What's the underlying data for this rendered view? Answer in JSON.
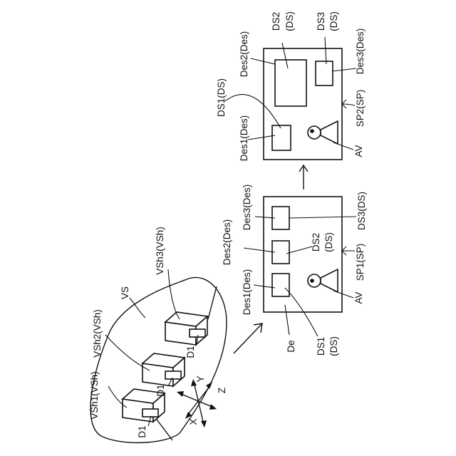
{
  "virtual_space": {
    "label": "VS",
    "shelves": [
      "VSh1(VSh)",
      "VSh2(VSh)",
      "VSh3(VSh)"
    ],
    "drawers": [
      "D1",
      "D1",
      "D1"
    ],
    "axes": {
      "x": "X",
      "y": "Y",
      "z": "Z"
    }
  },
  "screen1": {
    "label": "SP1(SP)",
    "avatar": "AV",
    "pointer": "De",
    "destinations": [
      "Des1(Des)",
      "Des2(Des)",
      "Des3(Des)"
    ],
    "ds_labels": [
      {
        "line1": "DS1",
        "line2": "(DS)"
      },
      {
        "line1": "DS2",
        "line2": "(DS)"
      },
      {
        "line1": "DS3(DS)",
        "line2": ""
      }
    ]
  },
  "screen2": {
    "label": "SP2(SP)",
    "avatar": "AV",
    "destinations": [
      "Des1(Des)",
      "Des2(Des)",
      "Des3(Des)"
    ],
    "ds_labels": [
      {
        "line1": "DS1(DS)",
        "line2": ""
      },
      {
        "line1": "DS2",
        "line2": "(DS)"
      },
      {
        "line1": "DS3",
        "line2": "(DS)"
      }
    ]
  }
}
